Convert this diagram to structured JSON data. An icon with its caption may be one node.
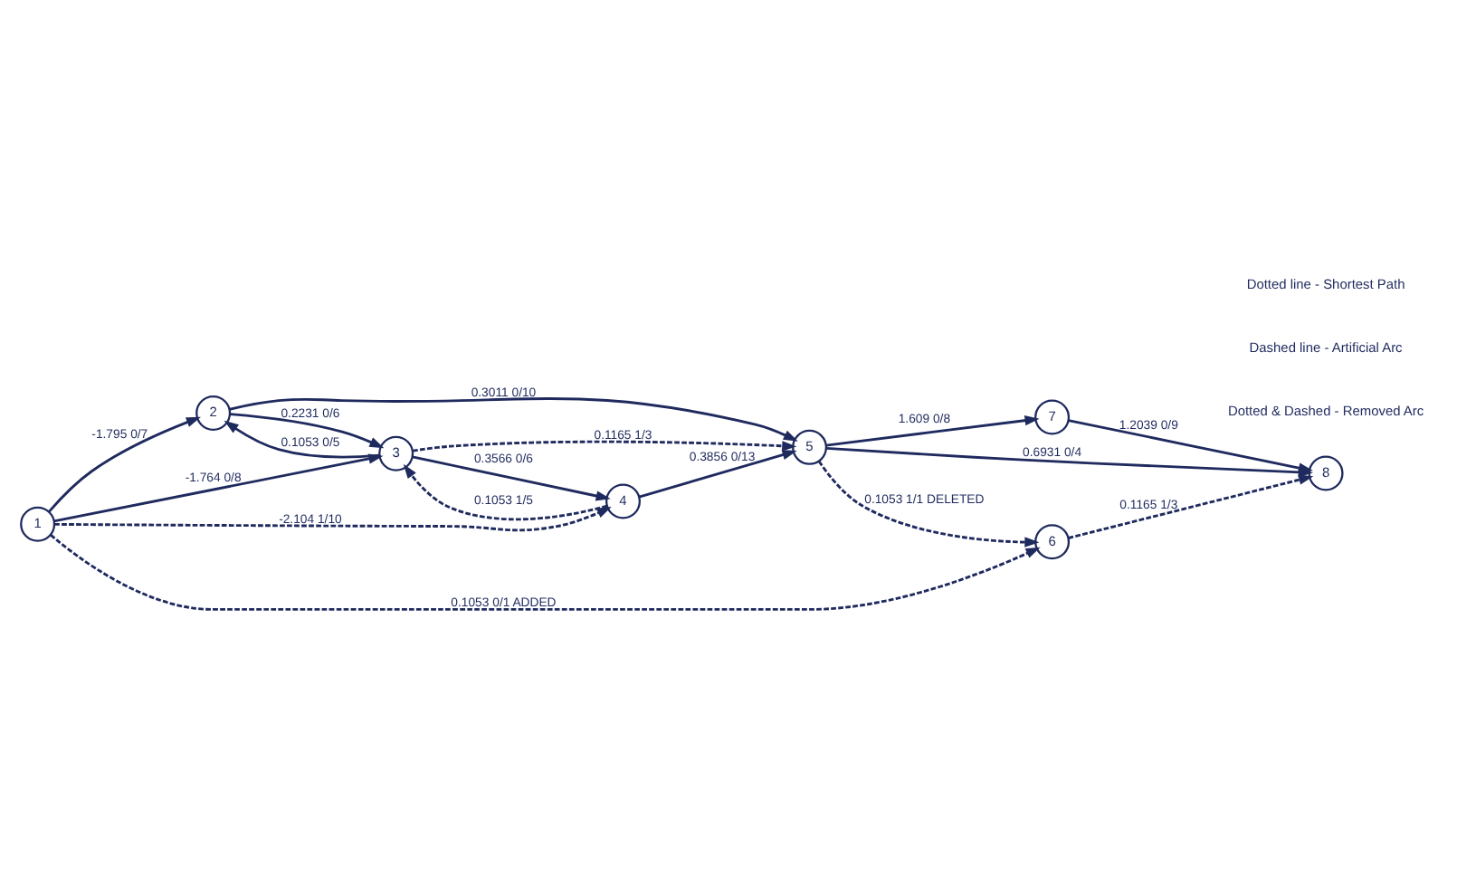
{
  "diagram": {
    "nodes": [
      {
        "text": [
          "1"
        ]
      },
      {
        "text": [
          "2"
        ]
      },
      {
        "text": [
          "3"
        ]
      },
      {
        "text": [
          "4"
        ]
      },
      {
        "text": [
          "5"
        ]
      },
      {
        "text": [
          "6"
        ]
      },
      {
        "text": [
          "7"
        ]
      },
      {
        "text": [
          "8"
        ]
      }
    ],
    "edges": [
      {
        "from": 0,
        "to": 5,
        "arrow": "to",
        "label": "0.1053 0/1 ADDED",
        "style": "dashed"
      },
      {
        "from": 0,
        "to": 1,
        "arrow": "to",
        "label": "-1.795 0/7"
      },
      {
        "from": 1,
        "to": 2,
        "arrow": "to",
        "label": "0.2231 0/6"
      },
      {
        "from": 2,
        "to": 1,
        "arrow": "to",
        "label": "0.1053 0/5"
      },
      {
        "from": 1,
        "to": 4,
        "arrow": "to",
        "label": "0.3011 0/10"
      },
      {
        "from": 0,
        "to": 2,
        "arrow": "to",
        "label": "-1.764 0/8"
      },
      {
        "from": 2,
        "to": 4,
        "arrow": "to",
        "label": "0.1165 1/3",
        "style": "dashed"
      },
      {
        "from": 0,
        "to": 3,
        "arrow": "to",
        "label": "-2.104 1/10",
        "style": "dashed"
      },
      {
        "from": 2,
        "to": 3,
        "arrow": "to",
        "label": "0.3566 0/6"
      },
      {
        "from": 3,
        "to": 2,
        "arrow": "to",
        "label": "0.1053 1/5",
        "style": "dashed"
      },
      {
        "from": 3,
        "to": 4,
        "arrow": "to",
        "label": "0.3856 0/13"
      },
      {
        "from": 4,
        "to": 5,
        "arrow": "to",
        "label": "0.1053 1/1 DELETED",
        "style": "dashed"
      },
      {
        "from": 5,
        "to": 7,
        "arrow": "to",
        "label": "0.1165 1/3",
        "style": "dashed"
      },
      {
        "from": 4,
        "to": 7,
        "arrow": "to",
        "label": "0.6931 0/4"
      },
      {
        "from": 4,
        "to": 6,
        "arrow": "to",
        "label": "1.609 0/8"
      },
      {
        "from": 6,
        "to": 7,
        "arrow": "to",
        "label": "1.2039 0/9"
      }
    ],
    "legend": [
      {
        "text": "Dotted line - Shortest Path"
      },
      {
        "text": "Dashed line - Artificial Arc"
      },
      {
        "text": "Dotted & Dashed - Removed Arc"
      }
    ]
  }
}
